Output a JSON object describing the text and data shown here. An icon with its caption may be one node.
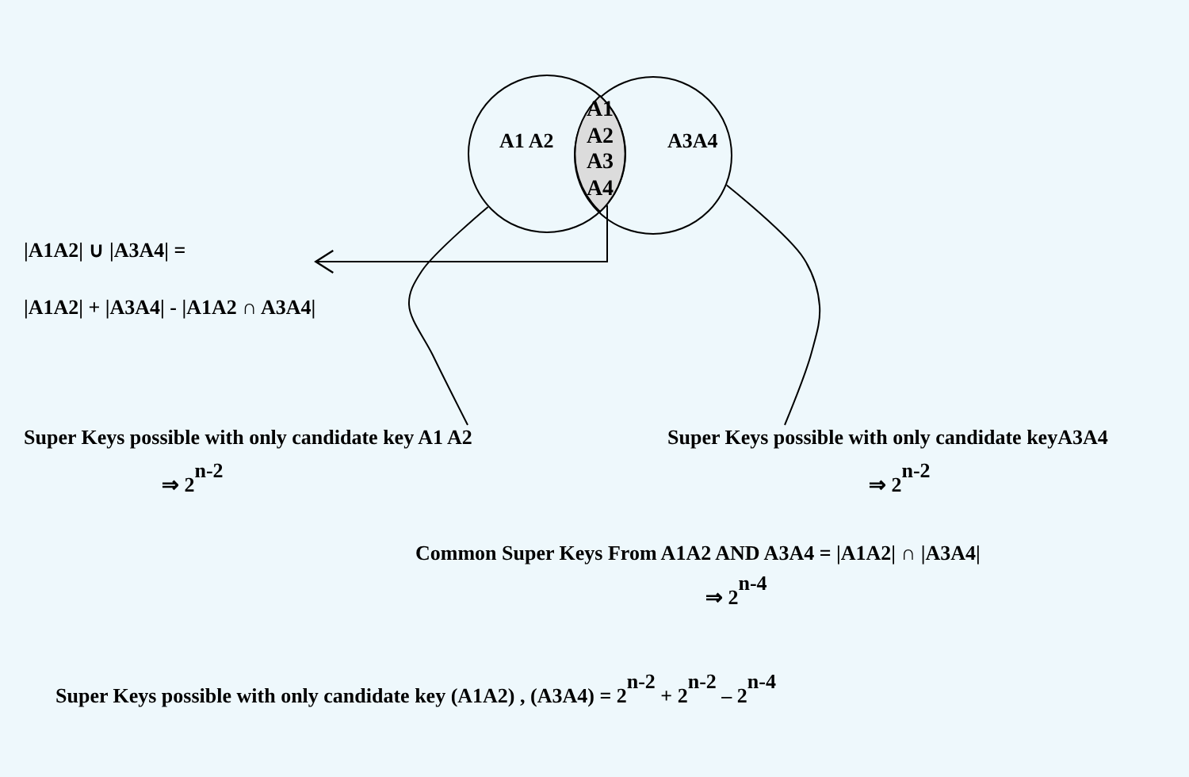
{
  "diagram": {
    "nodes": [
      {
        "text": [
          "A1 A2"
        ]
      },
      {
        "text": [
          "A3A4"
        ]
      },
      {
        "text": [
          "A1 A2 A3 A4"
        ]
      },
      {
        "text": [
          "|A1A2| ∪ |A3A4| =",
          "|A1A2| + |A3A4| - |A1A2 ∩ A3A4|"
        ]
      },
      {
        "text": [
          "Super Keys possible with only candidate key A1 A2",
          "⇒ 2$^{n-2}$"
        ]
      },
      {
        "text": [
          "Super Keys possible with only candidate keyA3A4",
          "⇒ 2$^{n-2}$"
        ]
      }
    ],
    "edges": [
      {
        "from": 2,
        "to": 3,
        "arrow": "to"
      },
      {
        "from": 4,
        "to": 0,
        "arrow": "none"
      },
      {
        "from": 5,
        "to": 1,
        "arrow": "none"
      }
    ],
    "labels": [
      "Common Super Keys From A1A2 AND A3A4 = |A1A2| ∩ |A3A4|",
      "⇒ 2$^{n-4}$",
      "Super Keys possible with only candidate key (A1A2) , (A3A4) = 2$^{n-2}$ + 2$^{n-2}$ – 2$^{n-4}$"
    ]
  }
}
